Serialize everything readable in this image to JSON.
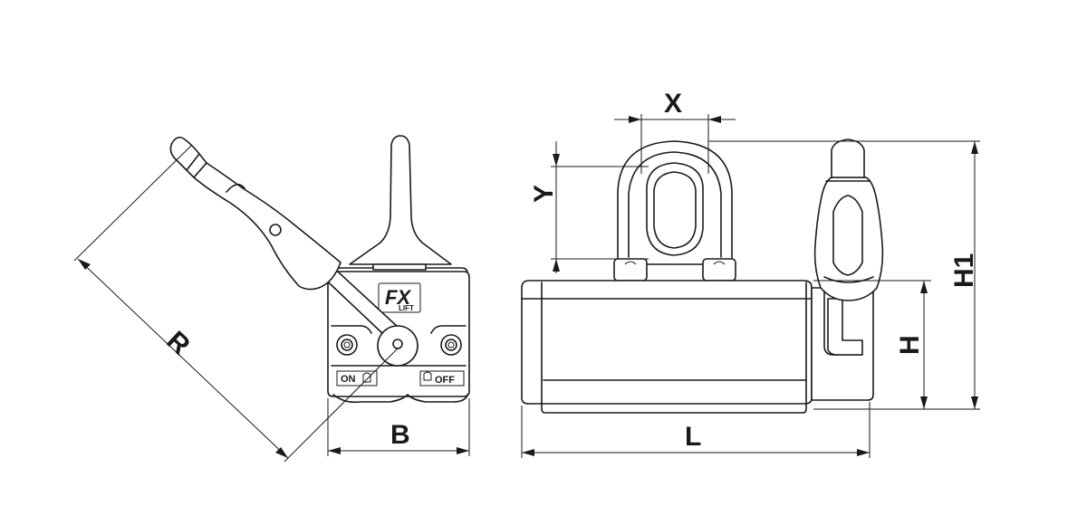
{
  "dimensions": {
    "R": "R",
    "B": "B",
    "L": "L",
    "X": "X",
    "Y": "Y",
    "H": "H",
    "H1": "H1"
  },
  "labels": {
    "on": "ON",
    "off": "OFF",
    "logo_main": "FX",
    "logo_sub": "LIFT"
  }
}
